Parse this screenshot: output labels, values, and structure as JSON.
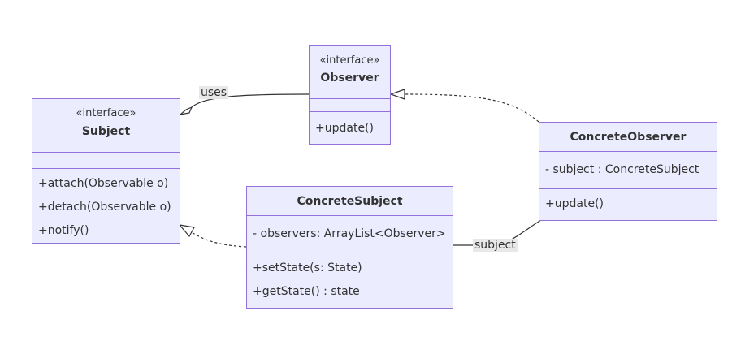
{
  "classes": {
    "observer": {
      "stereotype": "«interface»",
      "name": "Observer",
      "methods": [
        "+update()"
      ]
    },
    "subject": {
      "stereotype": "«interface»",
      "name": "Subject",
      "methods": [
        "+attach(Observable o)",
        "+detach(Observable o)",
        "+notify()"
      ]
    },
    "concrete_subject": {
      "name": "ConcreteSubject",
      "attributes": [
        "- observers: ArrayList<Observer>"
      ],
      "methods": [
        "+setState(s: State)",
        "+getState() : state"
      ]
    },
    "concrete_observer": {
      "name": "ConcreteObserver",
      "attributes": [
        "- subject : ConcreteSubject"
      ],
      "methods": [
        "+update()"
      ]
    }
  },
  "relations": {
    "uses_label": "uses",
    "subject_label": "subject"
  },
  "colors": {
    "node_fill": "#ececff",
    "node_border": "#9370db",
    "edge": "#333333",
    "label_bg": "#e8e8e8"
  }
}
